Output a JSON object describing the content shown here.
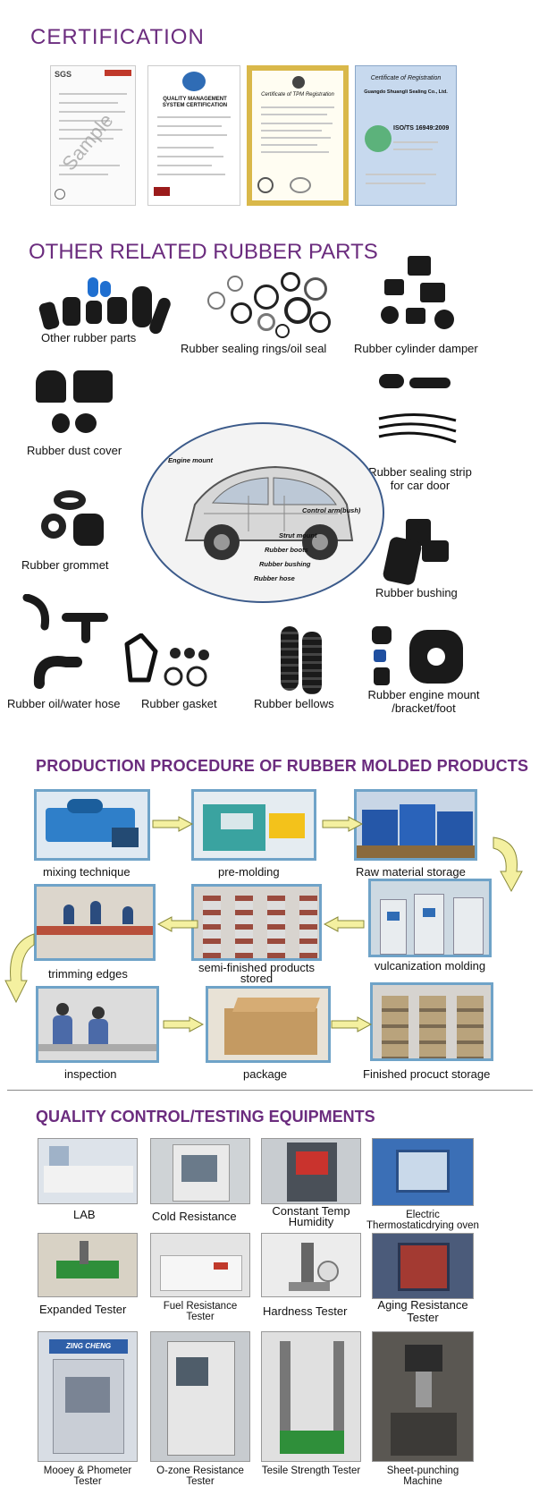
{
  "sections": {
    "certification": "CERTIFICATION",
    "related_parts": "OTHER RELATED RUBBER PARTS",
    "procedure": "PRODUCTION PROCEDURE OF RUBBER MOLDED PRODUCTS",
    "quality": "QUALITY CONTROL/TESTING EQUIPMENTS"
  },
  "certificates": {
    "sgs_logo": "SGS",
    "sgs_watermark": "Sample",
    "qms_title": "QUALITY MANAGEMENT SYSTEM CERTIFICATION",
    "tpm_title": "Certificate of TPM Registration",
    "reg_title": "Certificate of Registration",
    "reg_company": "Guangdo Shuangli Sealing Co., Ltd.",
    "reg_standard": "ISO/TS 16949:2009"
  },
  "parts": {
    "other": "Other rubber parts",
    "sealing_rings": "Rubber sealing rings/oil seal",
    "cylinder_damper": "Rubber cylinder damper",
    "dust_cover": "Rubber dust cover",
    "sealing_strip": "Rubber sealing strip for car door",
    "grommet": "Rubber grommet",
    "bushing": "Rubber bushing",
    "hose": "Rubber oil/water hose",
    "gasket": "Rubber gasket",
    "bellows": "Rubber bellows",
    "engine_mount": "Rubber engine mount /bracket/foot"
  },
  "car_labels": {
    "engine_mount": "Engine mount",
    "control_arm": "Control arm(bush)",
    "strut_mount": "Strut mount",
    "rubber_boots": "Rubber boots",
    "rubber_bushing": "Rubber bushing",
    "rubber_hose": "Rubber hose"
  },
  "steps": {
    "mixing": "mixing technique",
    "premolding": "pre-molding",
    "raw_storage": "Raw material storage",
    "trimming": "trimming edges",
    "semi_finished": "semi-finished products stored",
    "vulcanization": "vulcanization molding",
    "inspection": "inspection",
    "package": "package",
    "finished_storage": "Finished procuct storage"
  },
  "equipment": {
    "lab": "LAB",
    "cold": "Cold Resistance",
    "constant": "Constant Temp Humidity",
    "thermostatic": "Electric Thermostaticdrying oven",
    "expanded": "Expanded Tester",
    "fuel": "Fuel Resistance Tester",
    "hardness": "Hardness Tester",
    "aging": "Aging Resistance Tester",
    "mooney": "Mooey & Phometer Tester",
    "ozone": "O-zone Resistance Tester",
    "tensile": "Tesile Strength Tester",
    "sheet": "Sheet-punching Machine",
    "brand_text": "ZING CHENG"
  },
  "colors": {
    "heading": "#6b2c7e",
    "photo_border": "#6fa3c8",
    "arrow_fill": "#f4f0a0",
    "arrow_stroke": "#8a8a3a"
  }
}
